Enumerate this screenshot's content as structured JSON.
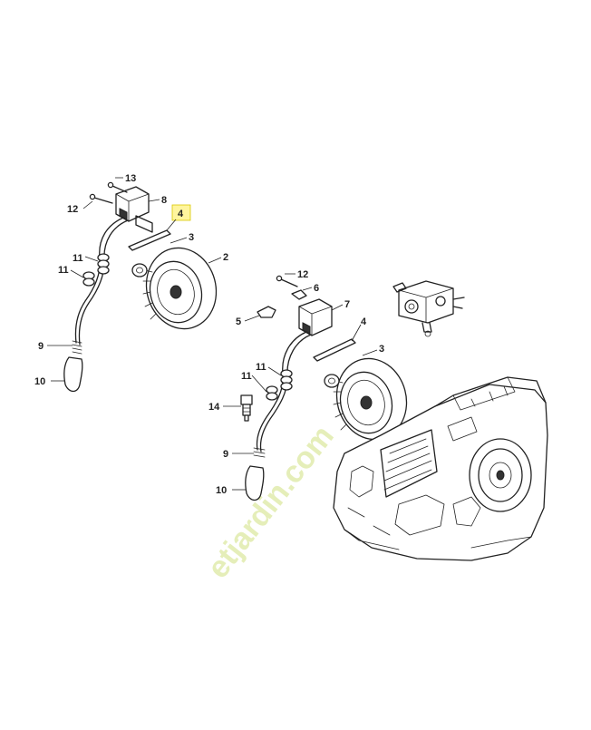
{
  "diagram": {
    "callouts_upper": [
      {
        "id": "u13",
        "label": "13"
      },
      {
        "id": "u8",
        "label": "8"
      },
      {
        "id": "u12",
        "label": "12"
      },
      {
        "id": "u4",
        "label": "4",
        "highlighted": true
      },
      {
        "id": "u3",
        "label": "3"
      },
      {
        "id": "u11a",
        "label": "11"
      },
      {
        "id": "u11b",
        "label": "11"
      },
      {
        "id": "u2",
        "label": "2"
      },
      {
        "id": "u9",
        "label": "9"
      },
      {
        "id": "u10",
        "label": "10"
      }
    ],
    "callouts_lower": [
      {
        "id": "l12",
        "label": "12"
      },
      {
        "id": "l6",
        "label": "6"
      },
      {
        "id": "l7",
        "label": "7"
      },
      {
        "id": "l5",
        "label": "5"
      },
      {
        "id": "l4",
        "label": "4"
      },
      {
        "id": "l3",
        "label": "3"
      },
      {
        "id": "l11a",
        "label": "11"
      },
      {
        "id": "l11b",
        "label": "11"
      },
      {
        "id": "l14",
        "label": "14"
      },
      {
        "id": "l9",
        "label": "9"
      },
      {
        "id": "l10",
        "label": "10"
      }
    ],
    "highlight_color": "#fff59d",
    "watermark": "etjardin.com"
  }
}
